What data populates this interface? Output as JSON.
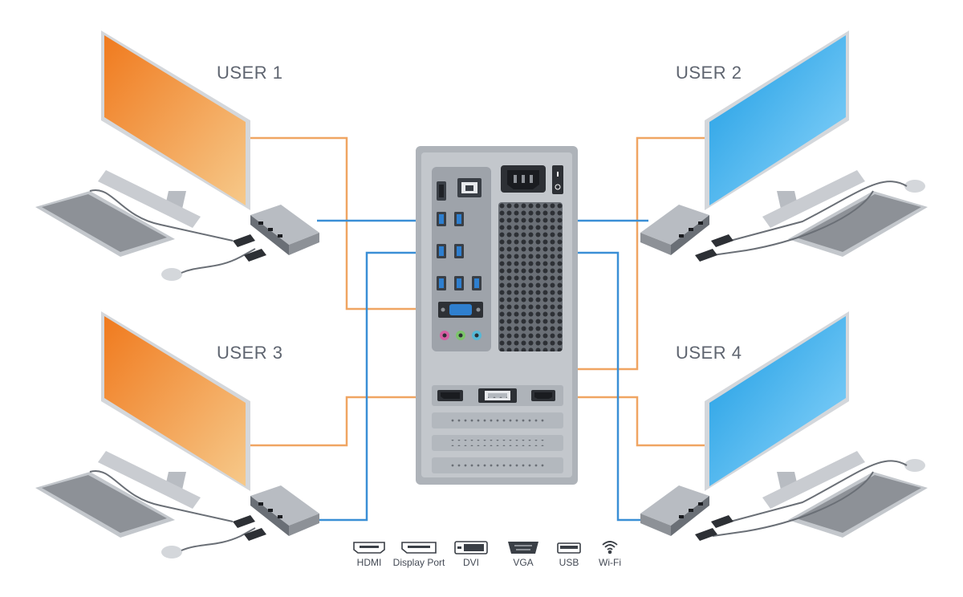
{
  "users": [
    {
      "label": "USER 1",
      "screen_color": "#f39a4a"
    },
    {
      "label": "USER 2",
      "screen_color": "#2fb0ee"
    },
    {
      "label": "USER 3",
      "screen_color": "#f39a4a"
    },
    {
      "label": "USER 4",
      "screen_color": "#2fb0ee"
    }
  ],
  "legend": [
    {
      "label": "HDMI",
      "icon": "hdmi-port-icon"
    },
    {
      "label": "Display Port",
      "icon": "displayport-icon"
    },
    {
      "label": "DVI",
      "icon": "dvi-port-icon"
    },
    {
      "label": "VGA",
      "icon": "vga-port-icon"
    },
    {
      "label": "USB",
      "icon": "usb-port-icon"
    },
    {
      "label": "Wi-Fi",
      "icon": "wifi-icon"
    }
  ],
  "colors": {
    "video_cable": "#f0a562",
    "usb_cable": "#3a8fd6",
    "case": "#c3c7cc",
    "port_blue": "#2e7fcf"
  }
}
